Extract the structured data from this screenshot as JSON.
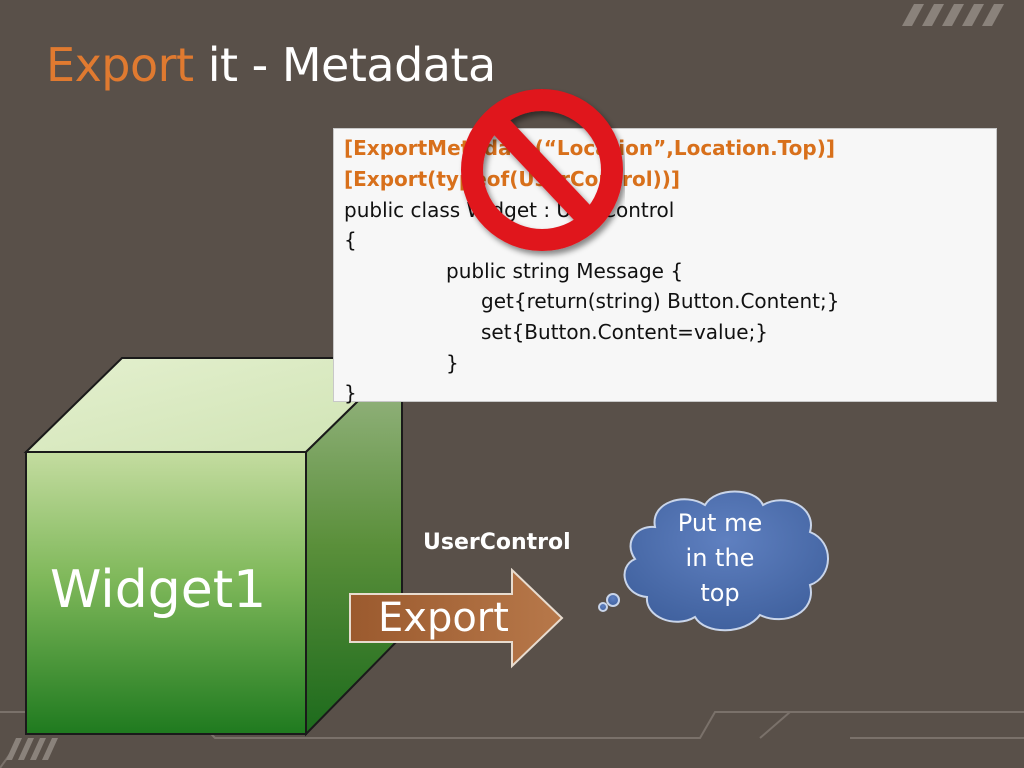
{
  "title": {
    "accent": "Export",
    "rest": " it - Metadata"
  },
  "code": {
    "line1": "[ExportMetadata(“Location”,Location.Top)]",
    "line2": "[Export(typeof(UserControl))]",
    "line3": "public class Widget : UserControl",
    "line4": "{",
    "line5": "public string Message {",
    "line6": "get{return(string) Button.Content;}",
    "line7": "set{Button.Content=value;}",
    "line8": "}",
    "line9": "}"
  },
  "widget_label": "Widget1",
  "usercontrol_label": "UserControl",
  "export_label": "Export",
  "callout": {
    "line1": "Put me",
    "line2": "in the",
    "line3": "top"
  },
  "colors": {
    "background": "#595049",
    "accent_orange": "#e07a30",
    "arrow_fill": "#a8683a",
    "cloud_fill": "#4a6aa8",
    "no_sign_red": "#e0141c"
  },
  "icons": [
    "prohibition-icon",
    "thought-cloud"
  ]
}
